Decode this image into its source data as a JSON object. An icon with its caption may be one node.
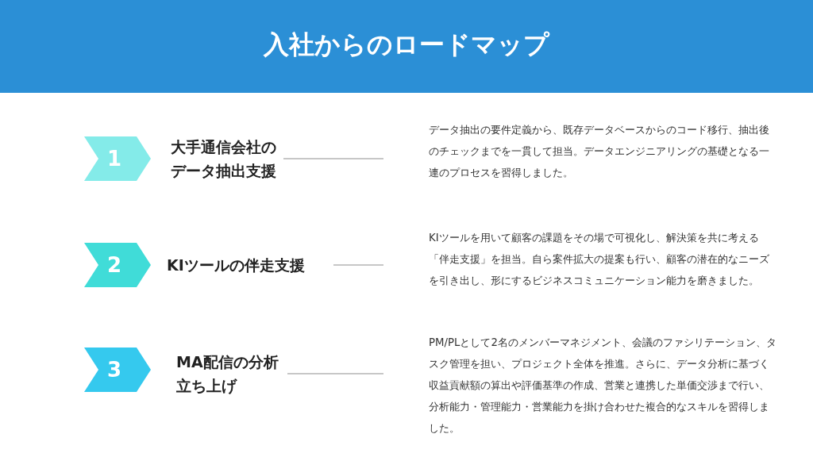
{
  "diagram": {
    "title": "入社からのロードマップ",
    "nodes": [
      {
        "text": [
          "1"
        ]
      },
      {
        "text": [
          "大手通信会社のデータ抽出支援"
        ]
      },
      {
        "text": [
          "データ抽出の要件定義から、既存データベースからのコード移行、抽出後のチェックまでを一貫して担当。データエンジニアリングの基礎となる一連のプロセスを習得しました。"
        ]
      },
      {
        "text": [
          "2"
        ]
      },
      {
        "text": [
          "KIツールの伴走支援"
        ]
      },
      {
        "text": [
          "KIツールを用いて顧客の課題をその場で可視化し、解決策を共に考える「伴走支援」を担当。自ら案件拡大の提案も行い、顧客の潜在的なニーズを引き出し、形にするビジネスコミュニケーション能力を磨きました。"
        ]
      },
      {
        "text": [
          "3"
        ]
      },
      {
        "text": [
          "MA配信の分析立ち上げ"
        ]
      },
      {
        "text": [
          "PM/PLとして2名のメンバーマネジメント、会議のファシリテーション、タスク管理を担い、プロジェクト全体を推進。さらに、データ分析に基づく収益貢献額の算出や評価基準の作成、営業と連携した単価交渉まで行い、分析能力・管理能力・営業能力を掛け合わせた複合的なスキルを習得しました。"
        ]
      }
    ],
    "edges": [
      {
        "from": 1,
        "to": 2,
        "arrow": "none"
      },
      {
        "from": 4,
        "to": 5,
        "arrow": "none"
      },
      {
        "from": 7,
        "to": 8,
        "arrow": "none"
      }
    ]
  }
}
